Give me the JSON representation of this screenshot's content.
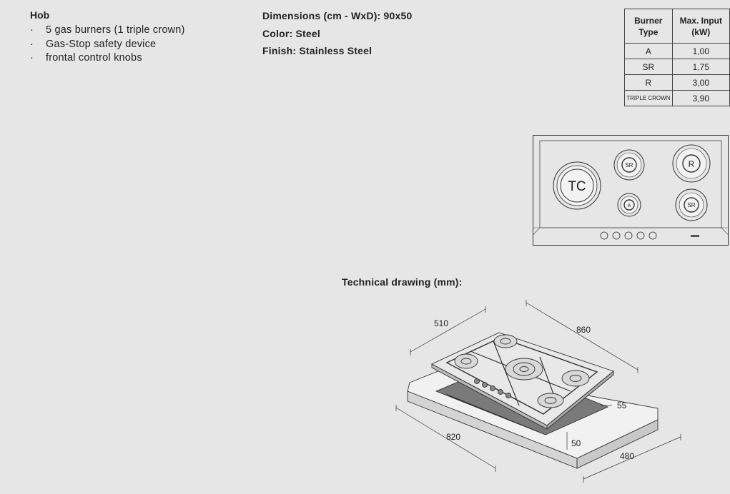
{
  "hob": {
    "title": "Hob",
    "bullet": "·",
    "features": [
      "5 gas burners (1 triple crown)",
      "Gas-Stop safety device",
      "frontal control knobs"
    ]
  },
  "specs": [
    "Dimensions (cm - WxD): 90x50",
    "Color: Steel",
    "Finish: Stainless Steel"
  ],
  "table": {
    "header_type_1": "Burner",
    "header_type_2": "Type",
    "header_input_1": "Max. Input",
    "header_input_2": "(kW)",
    "rows": [
      {
        "type": "A",
        "input": "1,00"
      },
      {
        "type": "SR",
        "input": "1,75"
      },
      {
        "type": "R",
        "input": "3,00"
      },
      {
        "type": "TRIPLE CROWN",
        "input": "3,90"
      }
    ]
  },
  "layout_labels": {
    "tc": "TC",
    "sr1": "SR",
    "r": "R",
    "a": "A",
    "sr2": "SR"
  },
  "technical": {
    "title": "Technical drawing (mm):",
    "dims": {
      "w_top": "860",
      "d_top": "510",
      "w_cut": "820",
      "d_cut": "480",
      "h": "50",
      "gap": "55"
    }
  }
}
